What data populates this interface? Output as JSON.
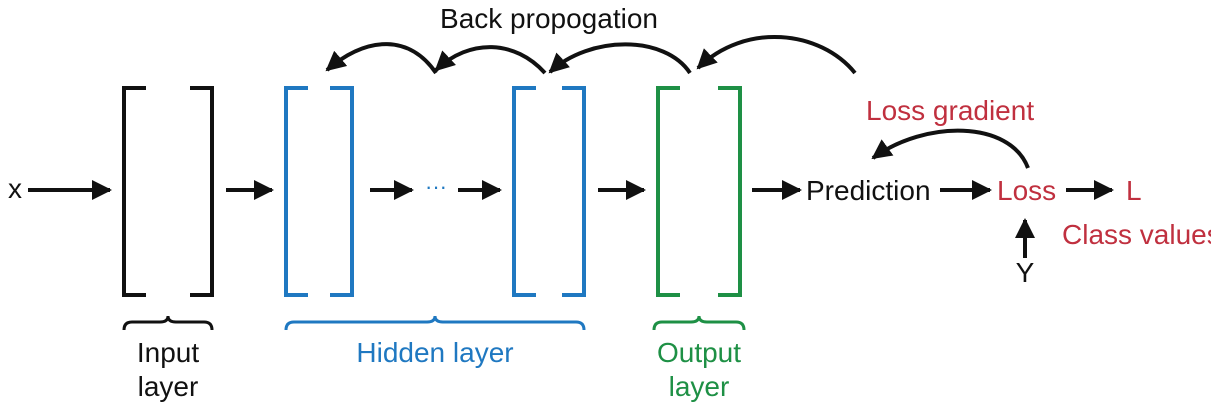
{
  "colors": {
    "black": "#111111",
    "hidden": "#1f78c1",
    "output": "#1e9045",
    "loss": "#c0303f"
  },
  "labels": {
    "back_propagation": "Back propogation",
    "x": "x",
    "ellipsis": "···",
    "prediction": "Prediction",
    "loss": "Loss",
    "l": "L",
    "class_values": "Class values",
    "loss_gradient": "Loss gradient",
    "y": "Y",
    "input_line1": "Input",
    "input_line2": "layer",
    "hidden": "Hidden layer",
    "output_line1": "Output",
    "output_line2": "layer"
  }
}
